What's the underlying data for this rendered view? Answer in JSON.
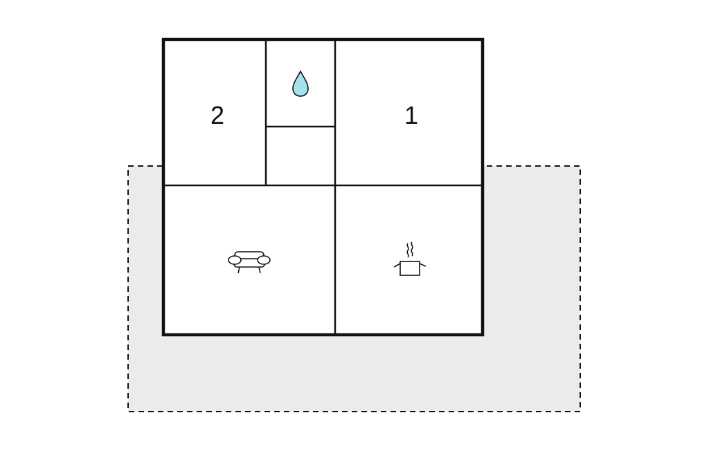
{
  "floorplan": {
    "rooms": [
      {
        "id": "bedroom-2",
        "label": "2",
        "icon": "none"
      },
      {
        "id": "bathroom",
        "label": "",
        "icon": "water-drop-icon"
      },
      {
        "id": "closet",
        "label": "",
        "icon": "none"
      },
      {
        "id": "bedroom-1",
        "label": "1",
        "icon": "none"
      },
      {
        "id": "living-room",
        "label": "",
        "icon": "sofa-icon"
      },
      {
        "id": "kitchen",
        "label": "",
        "icon": "cooking-pot-icon"
      }
    ]
  },
  "colors": {
    "outdoor_area": "#e9eceb",
    "walls": "#111111",
    "water_drop": "#a8e1ec"
  }
}
